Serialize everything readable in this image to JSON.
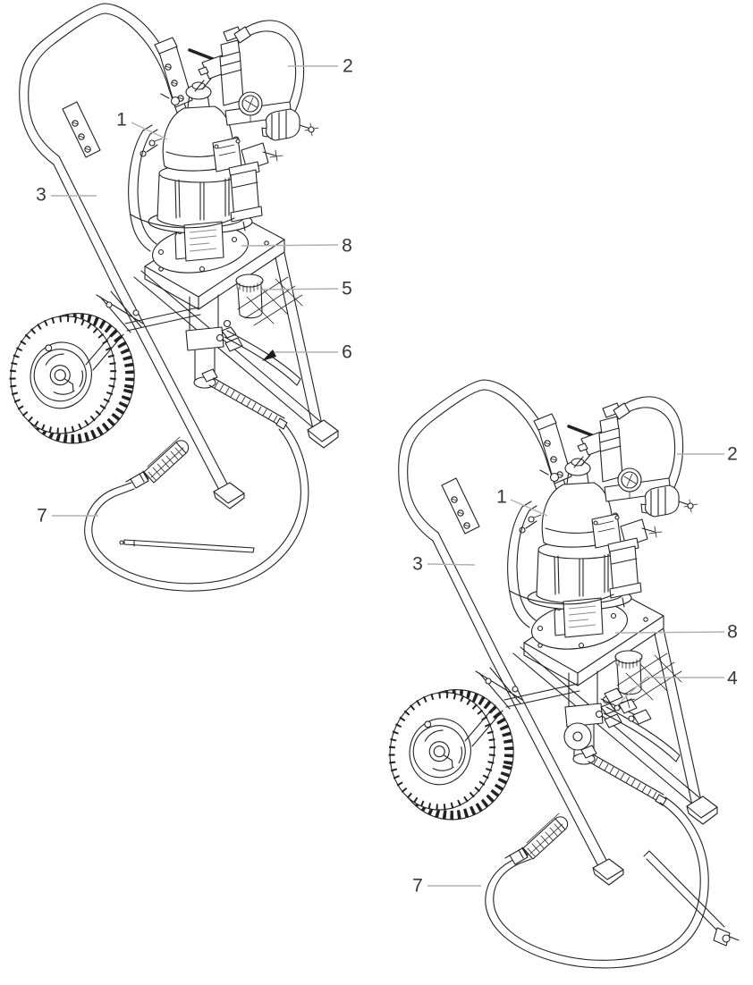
{
  "page": {
    "background_color": "#ffffff"
  },
  "figure": {
    "kind": "technical-parts-diagram",
    "views": "2",
    "subject": "wheeled sprayer cart with pump assembly, air hose and fluid hose",
    "line_color": "#222222",
    "leader_line_color": "#b0b0b0",
    "callout_text_color": "#33363b"
  },
  "diagrams": [
    {
      "id": "cart-view-upper-left",
      "callouts": [
        {
          "label": "1"
        },
        {
          "label": "2"
        },
        {
          "label": "3"
        },
        {
          "label": "8"
        },
        {
          "label": "5"
        },
        {
          "label": "6"
        },
        {
          "label": "7"
        }
      ]
    },
    {
      "id": "cart-view-lower-right",
      "callouts": [
        {
          "label": "1"
        },
        {
          "label": "2"
        },
        {
          "label": "3"
        },
        {
          "label": "8"
        },
        {
          "label": "4"
        },
        {
          "label": "7"
        }
      ]
    }
  ]
}
